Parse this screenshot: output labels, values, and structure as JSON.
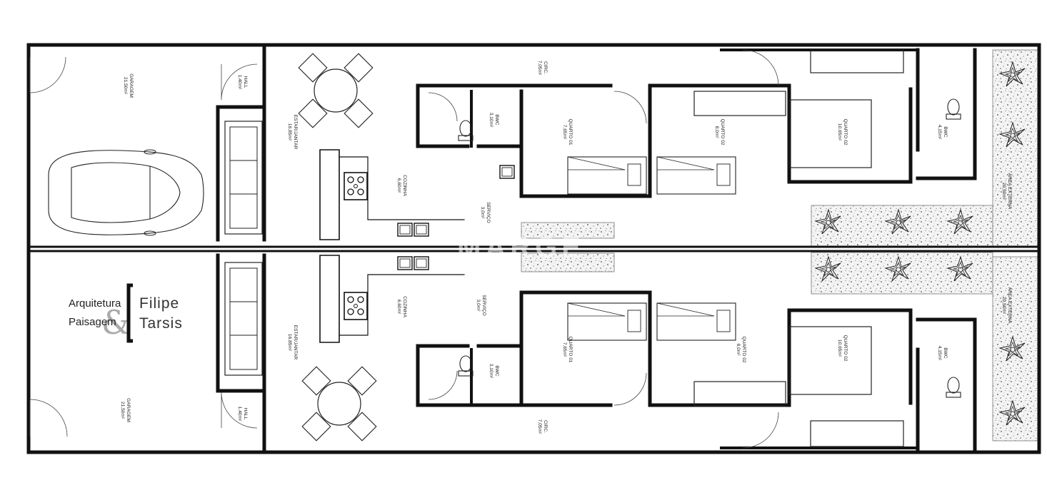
{
  "rooms": {
    "top": {
      "garagem": [
        "GARAGEM",
        "21,50m²"
      ],
      "hall": [
        "HALL",
        "1,40m²"
      ],
      "estar_jantar": [
        "ESTAR/JANTAR",
        "16,85m²"
      ],
      "cozinha": [
        "COZINHA",
        "6,60m²"
      ],
      "servico": [
        "SERVIÇO",
        "3,0m²"
      ],
      "circ": [
        "CIRC.",
        "7,05m²"
      ],
      "bwc1": [
        "BWC",
        "3,10m²"
      ],
      "quarto01": [
        "QUARTO 01",
        "7,65m²"
      ],
      "quarto02": [
        "QUARTO 02",
        "8,0m²"
      ],
      "quarto02b": [
        "QUARTO 02",
        "10,65m²"
      ],
      "bwc2": [
        "BWC",
        "4,15m²"
      ],
      "area_externa": [
        "ÁREA EXTERNA",
        "20,50m²"
      ]
    },
    "bottom": {
      "garagem": [
        "GARAGEM",
        "21,50m²"
      ],
      "hall": [
        "HALL",
        "1,40m²"
      ],
      "estar_jantar": [
        "ESTAR/JANTAR",
        "16,85m²"
      ],
      "cozinha": [
        "COZINHA",
        "6,60m²"
      ],
      "servico": [
        "SERVIÇO",
        "3,0m²"
      ],
      "circ": [
        "CIRC.",
        "7,05m²"
      ],
      "bwc1": [
        "BWC",
        "3,10m²"
      ],
      "quarto01": [
        "QUARTO 01",
        "7,65m²"
      ],
      "quarto02": [
        "QUARTO 02",
        "8,0m²"
      ],
      "quarto02b": [
        "QUARTO 02",
        "10,65m²"
      ],
      "bwc2": [
        "BWC",
        "4,15m²"
      ],
      "area_externa": [
        "ÁREA EXTERNA",
        "20,50m²"
      ]
    }
  },
  "logo": {
    "line1": "Arquitetura",
    "line2": "Paisagem",
    "amp": "&",
    "name1": "Filipe",
    "name2": "Tarsis"
  },
  "watermark": "MARGE",
  "colors": {
    "wall": "#111111",
    "line": "#222222",
    "gravel": "#cfcfcf"
  }
}
